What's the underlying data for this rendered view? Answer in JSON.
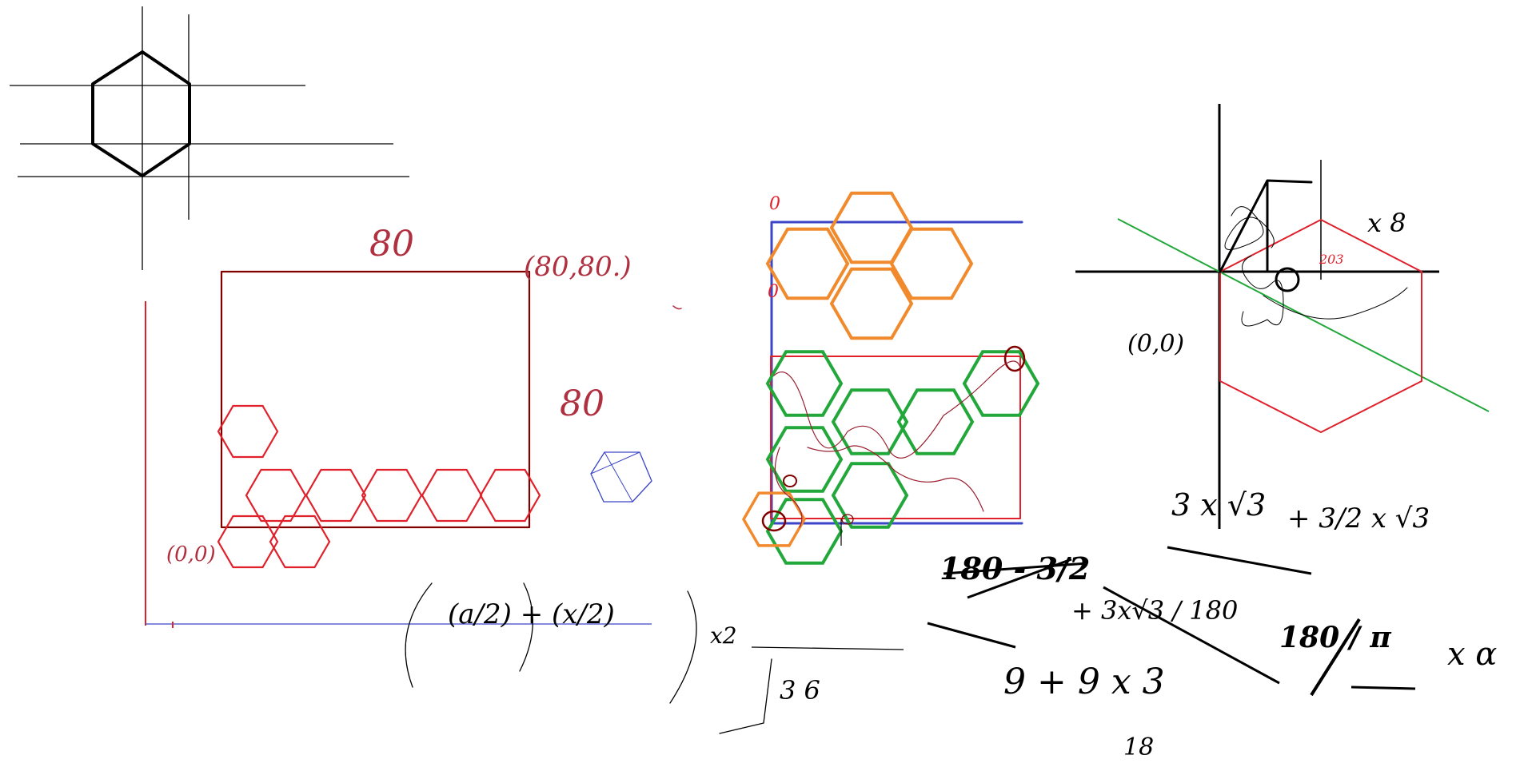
{
  "sheet": {
    "labels": {
      "width_top": "80",
      "corner_top": "(80,80.)",
      "width_right": "80",
      "origin_left": "(0,0)",
      "zero_top": "0",
      "zero_side": "0",
      "origin_right": "(0,0)",
      "times_eight": "x 8"
    },
    "formulas": {
      "left_expression": "(a/2) + (x/2)",
      "times_two": "x2",
      "sqrt_denominator": "3 6",
      "three_root_three": "3 x √3",
      "times_half_root": "+ 3/2 x √3",
      "one_eighty_minus": "180 - 3/2",
      "plus_root_180": "+ 3x√3 / 180",
      "one_eighty_pi": "180 / π",
      "times_alpha": "x α",
      "nine_plus": "9 + 9 x 3",
      "eighteen": "18"
    },
    "colors": {
      "black": "#000000",
      "dark_red": "#800000",
      "red": "#e0202a",
      "blue": "#3a45c8",
      "orange": "#f08a2c",
      "green": "#22a83a",
      "ink_red": "#b03040"
    }
  }
}
